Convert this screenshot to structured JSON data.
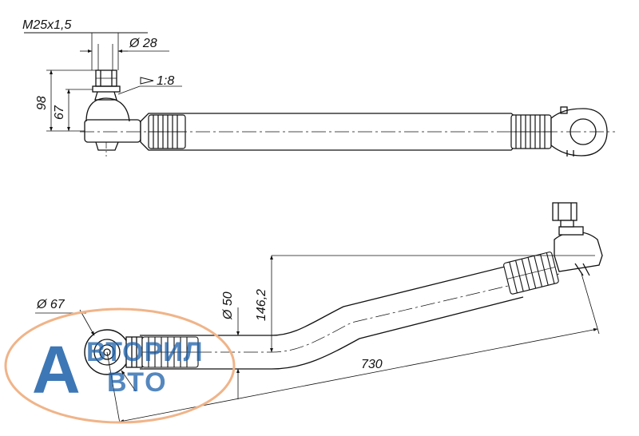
{
  "drawing": {
    "dimensions": {
      "thread": "M25x1,5",
      "diameter_28": "Ø 28",
      "taper": "1:8",
      "height_98": "98",
      "height_67": "67",
      "diameter_67": "Ø 67",
      "diameter_50": "Ø 50",
      "offset_146_2": "146,2",
      "length_730": "730"
    }
  },
  "logo": {
    "big_letter": "A",
    "word_top": "ВТОРИЛ",
    "word_bottom": "ВТО",
    "colors": {
      "letters": "#1b5fa8",
      "ellipse": "#f0b489"
    }
  }
}
